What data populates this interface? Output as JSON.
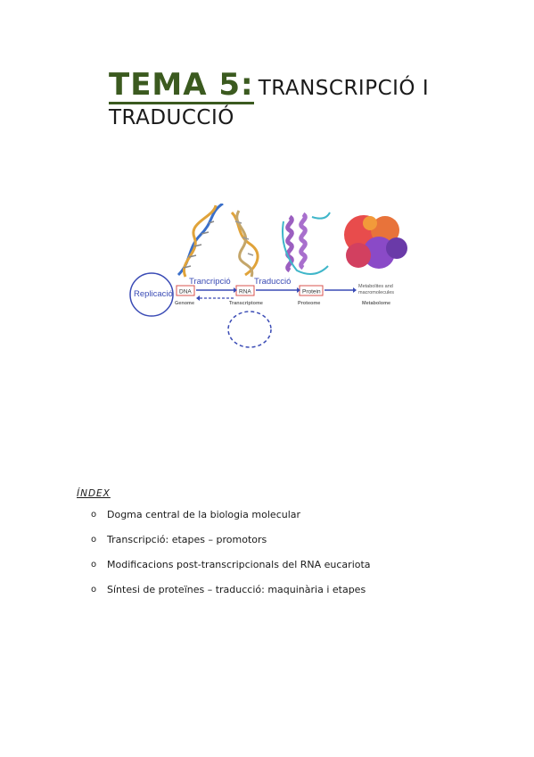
{
  "title": {
    "prefix": "TEMA 5:",
    "rest": "TRANSCRIPCIÓ I",
    "line2": "TRADUCCIÓ"
  },
  "figure": {
    "replication": "Replicació",
    "transcription": "Trancripció",
    "translation": "Traducció",
    "dna": "DNA",
    "rna": "RNA",
    "protein": "Protein",
    "metabolites": [
      "Metabolites and",
      "macromolecules"
    ],
    "genome": "Genome",
    "transcriptome": "Transcriptome",
    "proteome": "Proteome",
    "metabolome": "Metabolome",
    "colors": {
      "accent_blue": "#3a4bb5",
      "box_red": "#d9534f",
      "protein_purple": "#9b5fc0"
    }
  },
  "index": {
    "label": "ÍNDEX",
    "bullet": "o",
    "items": [
      "Dogma central de la biologia molecular",
      "Transcripció: etapes – promotors",
      "Modificacions post-transcripcionals del RNA eucariota",
      "Síntesi de proteïnes – traducció: maquinària i etapes"
    ]
  }
}
